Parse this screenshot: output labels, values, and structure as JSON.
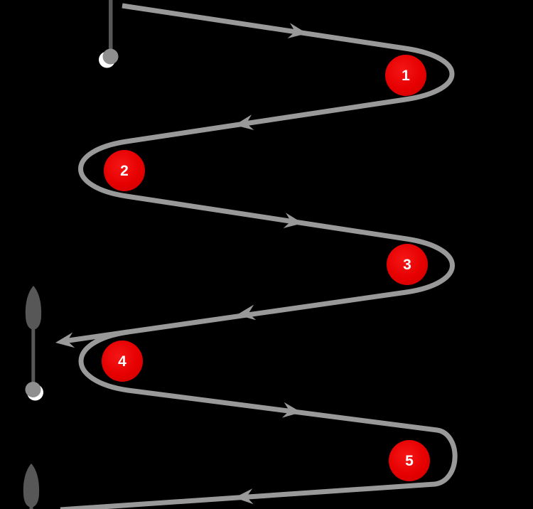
{
  "diagram": {
    "type": "slalom-course",
    "background_color": "#000000",
    "path_color": "#999999",
    "marker_color": "#575757",
    "ball_color": "#8f8f8f",
    "ball_highlight_color": "#ffffff",
    "mark_color": "#e60000",
    "mark_label_color": "#ffffff"
  },
  "marks": [
    {
      "label": "1"
    },
    {
      "label": "2"
    },
    {
      "label": "3"
    },
    {
      "label": "4"
    },
    {
      "label": "5"
    }
  ],
  "icons": {
    "arrow_right": "➤",
    "arrow_left": "◄",
    "start_pin": "pole with ball",
    "gate_boat": "boat hull oval",
    "gate_ball": "sphere buoy"
  }
}
